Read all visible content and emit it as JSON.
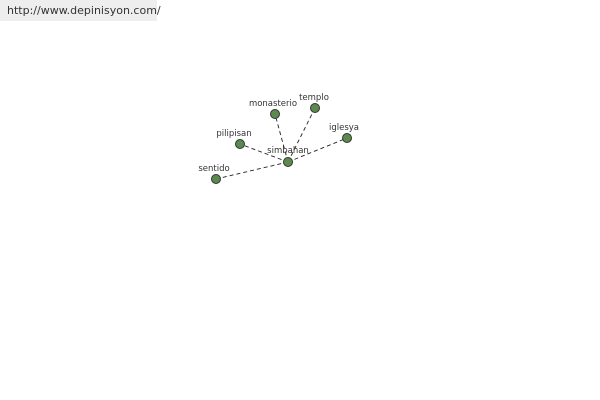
{
  "header": {
    "url": "http://www.depinisyon.com/"
  },
  "graph": {
    "center": {
      "label": "simbahan"
    },
    "neighbors": [
      {
        "label": "monasterio"
      },
      {
        "label": "templo"
      },
      {
        "label": "pilipisan"
      },
      {
        "label": "iglesya"
      },
      {
        "label": "sentido"
      }
    ]
  },
  "colors": {
    "node_fill": "#5b8a4f",
    "node_stroke": "#333333",
    "edge": "#222222"
  }
}
